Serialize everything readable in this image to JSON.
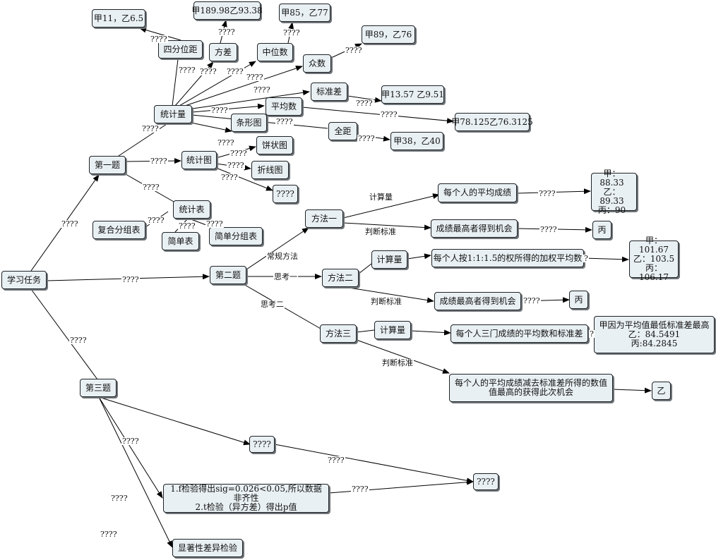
{
  "nodes": {
    "root": "学习任务",
    "q1": "第一题",
    "q2": "第二题",
    "q3": "第三题",
    "tongjiliang": "统计量",
    "tongjitu": "统计图",
    "tongjibiao": "统计表",
    "sifenweiju": "四分位距",
    "fangcha": "方差",
    "zhongweishu": "中位数",
    "zhongshu": "众数",
    "biaozhuncha": "标准差",
    "pingjunshu": "平均数",
    "quanju": "全距",
    "tiaoxingtu": "条形图",
    "bingzhuangtu": "饼状图",
    "zhexiantu": "折线图",
    "tu_unknown": "????",
    "fuhefenzubiao": "复合分组表",
    "jiandanbiao": "简单表",
    "jiandanfenzubiao": "简单分组表",
    "v_sifenweiju": "甲11，乙6.5",
    "v_fangcha": "甲189.98乙93.38",
    "v_zhongweishu": "甲85，乙77",
    "v_zhongshu": "甲89，乙76",
    "v_biaozhuncha": "甲13.57 乙9.51",
    "v_pingjunshu": "甲78.125乙76.3125",
    "v_quanju": "甲38，乙40",
    "fangfa1": "方法一",
    "fangfa2": "方法二",
    "fangfa3": "方法三",
    "jisuanliang2": "计算量",
    "jisuanliang3": "计算量",
    "m1_calc": "每个人的平均成绩",
    "m1_judge": "成绩最高者得到机会",
    "m1_vals": "甲：88.33\n乙：89.33\n丙：90",
    "m1_res": "丙",
    "m2_calc": "每个人按1:1:1.5的权所得的加权平均数",
    "m2_judge": "成绩最高者得到机会",
    "m2_vals": "甲：101.67\n乙：103.5\n丙：106.17",
    "m2_res": "丙",
    "m3_calc": "每个人三门成绩的平均数和标准差",
    "m3_vals": "甲因为平均值最低标准差最高\n乙：84.5491\n丙:84.2845",
    "m3_judge": "每个人的平均成绩减去标准差所得的数值\n值最高的获得此次机会",
    "m3_res": "乙",
    "q3_unknown1": "????",
    "q3_test": "1.f检验得出sig=0.026<0.05,所以数据非齐性\n2.t检验（异方差）得出p值",
    "q3_unknown2": "????",
    "q3_sig": "显著性差异检验"
  },
  "labels": {
    "root_q1": "????",
    "root_q2": "????",
    "root_q3": "????",
    "q1_tongjiliang": "????",
    "q1_tongjitu": "????",
    "q1_tongjibiao": "????",
    "sifen": "????",
    "sifen_v": "????",
    "fangcha": "????",
    "fangcha_v": "????",
    "zhongwei": "????",
    "zhongwei_v": "????",
    "zhongshu": "????",
    "zhongshu_v": "????",
    "biaozhun": "????",
    "biaozhun_v": "????",
    "pingjun": "????",
    "pingjun_v": "????",
    "quanju": "????",
    "quanju_v": "????",
    "tiaoxing": "????",
    "bingzhuang": "????",
    "zhexian": "????",
    "tu_unknown": "????",
    "fuhe": "????",
    "jiandan": "????",
    "jiandanfenzu": "????",
    "changgui": "常规方法",
    "sikao1": "思考一",
    "sikao2": "思考二",
    "jisuanliang1": "计算量",
    "panduan1": "判断标准",
    "panduan2": "判断标准",
    "panduan3": "判断标准",
    "m1_arrow": "????",
    "m1_res_arrow": "????",
    "m2_arrow": "?",
    "m2_res_arrow": "????",
    "m3_arrow": "?",
    "q3_a": "????",
    "q3_b": "????",
    "q3_c": "????",
    "q3_d": "????",
    "q3_e": "????"
  }
}
